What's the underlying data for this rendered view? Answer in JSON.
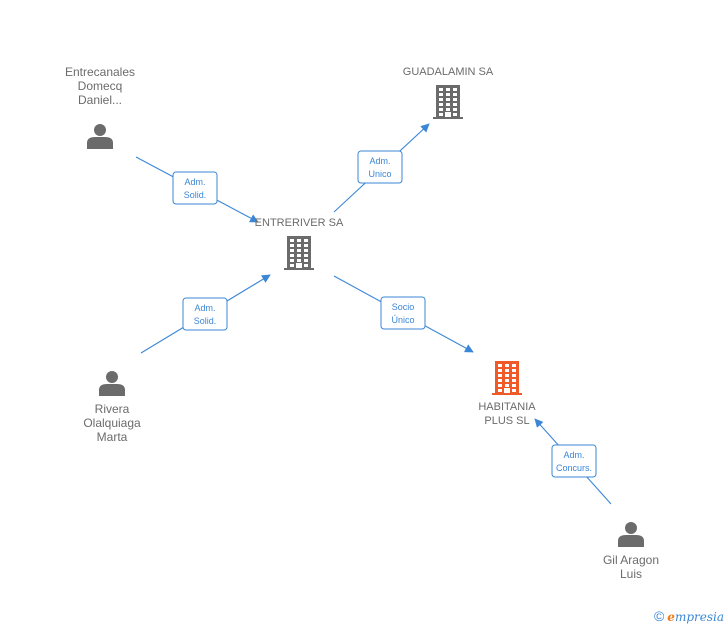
{
  "nodes": [
    {
      "id": "entrecanales",
      "kind": "person",
      "lines": [
        "Entrecanales",
        "Domecq",
        "Daniel..."
      ],
      "color": "#6b6b6b"
    },
    {
      "id": "guadalamin",
      "kind": "company",
      "lines": [
        "GUADALAMIN SA"
      ],
      "color": "#6b6b6b"
    },
    {
      "id": "entreriver",
      "kind": "company",
      "lines": [
        "ENTRERIVER SA"
      ],
      "color": "#6b6b6b"
    },
    {
      "id": "rivera",
      "kind": "person",
      "lines": [
        "Rivera",
        "Olalquiaga",
        "Marta"
      ],
      "color": "#6b6b6b"
    },
    {
      "id": "habitania",
      "kind": "company",
      "lines": [
        "HABITANIA",
        "PLUS SL"
      ],
      "color": "#f05a28"
    },
    {
      "id": "gil",
      "kind": "person",
      "lines": [
        "Gil Aragon",
        "Luis"
      ],
      "color": "#6b6b6b"
    }
  ],
  "edges": [
    {
      "from": "entrecanales",
      "to": "entreriver",
      "lines": [
        "Adm.",
        "Solid."
      ]
    },
    {
      "from": "entreriver",
      "to": "guadalamin",
      "lines": [
        "Adm.",
        "Unico"
      ]
    },
    {
      "from": "rivera",
      "to": "entreriver",
      "lines": [
        "Adm.",
        "Solid."
      ]
    },
    {
      "from": "entreriver",
      "to": "habitania",
      "lines": [
        "Socio",
        "Único"
      ]
    },
    {
      "from": "gil",
      "to": "habitania",
      "lines": [
        "Adm.",
        "Concurs."
      ]
    }
  ],
  "footer": {
    "copyright_symbol": "©",
    "brand_initial": "e",
    "brand_rest": "mpresia"
  }
}
